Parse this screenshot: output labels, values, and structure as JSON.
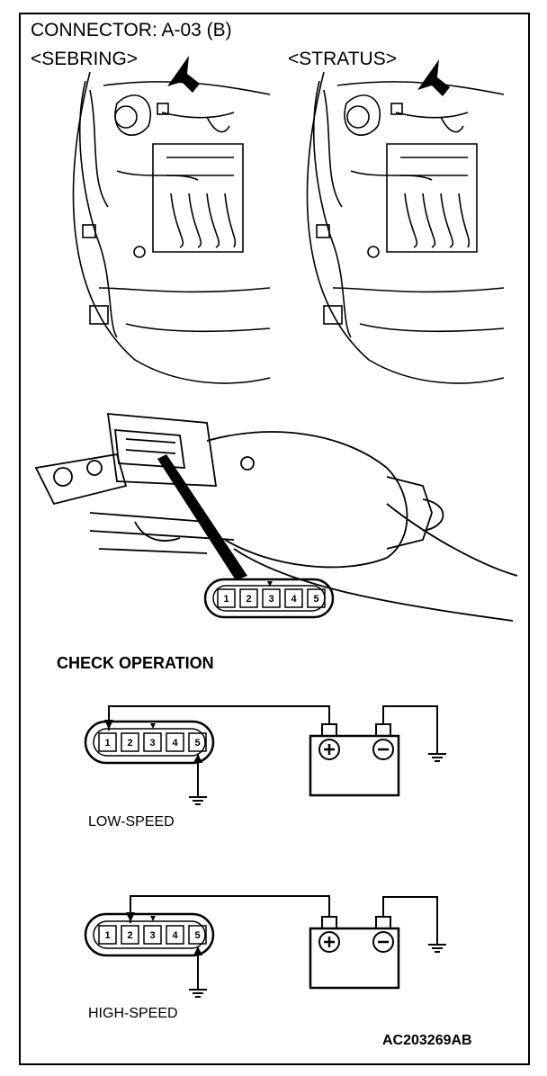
{
  "header": {
    "connector_title": "CONNECTOR: A-03 (B)",
    "model_left": "<SEBRING>",
    "model_right": "<STRATUS>"
  },
  "connector_pins": [
    "1",
    "2",
    "3",
    "4",
    "5"
  ],
  "check": {
    "title": "CHECK OPERATION",
    "low_speed_label": "LOW-SPEED",
    "high_speed_label": "HIGH-SPEED",
    "battery_positive": "+",
    "battery_negative": "−"
  },
  "footer": {
    "figure_code": "AC203269AB"
  }
}
